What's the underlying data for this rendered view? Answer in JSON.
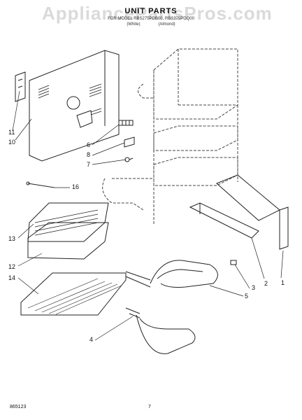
{
  "watermark": "AppliancePartsPros.com",
  "title": "UNIT PARTS",
  "subtitle": "FOR MODEL RBS275PDB00, RBS275PDQ00",
  "variants": [
    "(White)",
    "(Almond)"
  ],
  "callouts": [
    "1",
    "2",
    "3",
    "4",
    "5",
    "6",
    "7",
    "8",
    "10",
    "11",
    "12",
    "13",
    "14",
    "16"
  ],
  "footer": {
    "code": "865123",
    "page": "7"
  },
  "colors": {
    "line": "#222222",
    "dashed": "#444444",
    "paper": "#ffffff"
  }
}
